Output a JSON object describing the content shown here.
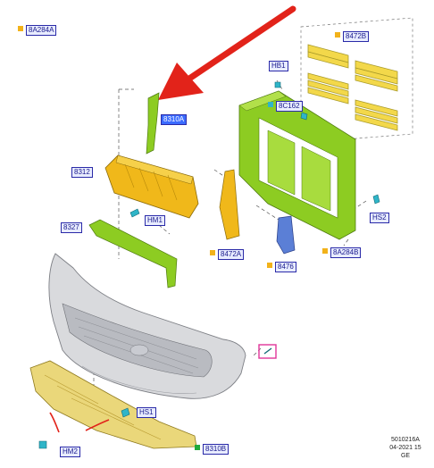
{
  "colors": {
    "label_border": "#2a2aa8",
    "label_bg": "#e8ecff",
    "label_active_bg": "#3b6cff",
    "square_yellow": "#f2b21a",
    "square_green": "#1faa3c",
    "square_cyan": "#2fb5c8",
    "part_yellow": "#f0b81a",
    "part_green": "#8dcc22",
    "part_blue": "#5b7fd6",
    "part_silver": "#d9dadd",
    "arrow_red": "#e2231a",
    "highlight_pink": "#e0359a"
  },
  "labels": {
    "a8a284a_top": "8A284A",
    "a8472b": "8472B",
    "hb1": "HB1",
    "a8310a": "8310A",
    "a8c162": "8C162",
    "a8312": "8312",
    "hm1": "HM1",
    "hs2": "HS2",
    "a8327": "8327",
    "a8472a": "8472A",
    "a8476": "8476",
    "a8a284b": "8A284B",
    "hs1": "HS1",
    "hm2": "HM2",
    "a8310b": "8310B"
  },
  "reference": {
    "code": "5010216A",
    "date": "04-2021 15",
    "region": "GE"
  }
}
